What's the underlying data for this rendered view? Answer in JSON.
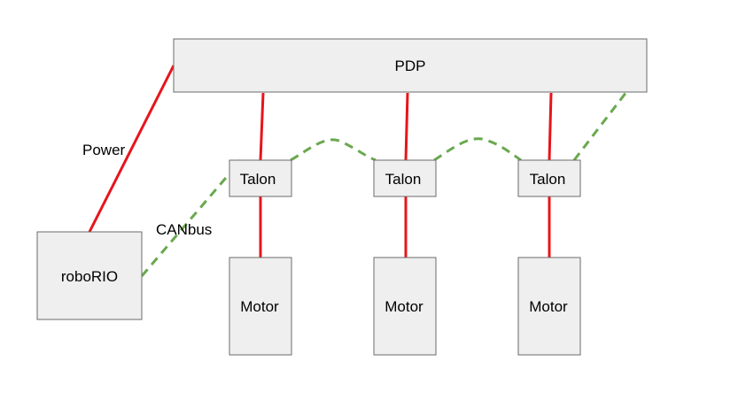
{
  "colors": {
    "power": "#e8141b",
    "canbus": "#6aa84f",
    "box_fill": "#efefef",
    "box_stroke": "#6b6b6b"
  },
  "nodes": {
    "pdp": "PDP",
    "roborio": "roboRIO",
    "talon_1": "Talon",
    "talon_2": "Talon",
    "talon_3": "Talon",
    "motor_1": "Motor",
    "motor_2": "Motor",
    "motor_3": "Motor"
  },
  "edges": {
    "power_label": "Power",
    "canbus_label": "CANbus"
  }
}
